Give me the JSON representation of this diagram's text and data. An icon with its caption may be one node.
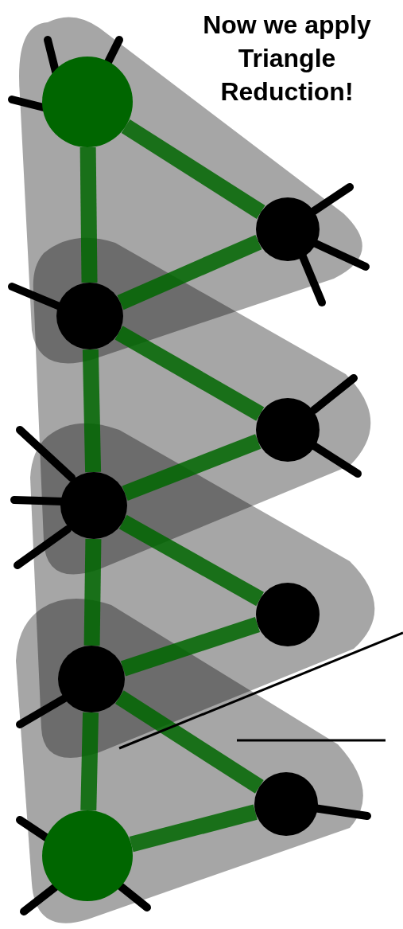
{
  "diagram": {
    "title": "Now we apply Triangle Reduction!",
    "nodes": [
      {
        "text": [],
        "shape": "circle"
      },
      {
        "text": [],
        "shape": "circle"
      },
      {
        "text": [],
        "shape": "circle"
      },
      {
        "text": [],
        "shape": "circle"
      },
      {
        "text": [],
        "shape": "circle"
      },
      {
        "text": [],
        "shape": "circle"
      },
      {
        "text": [],
        "shape": "circle"
      },
      {
        "text": [],
        "shape": "circle"
      },
      {
        "text": [],
        "shape": "circle"
      }
    ],
    "edges": [
      {
        "from": 0,
        "to": 1,
        "arrow": "none"
      },
      {
        "from": 0,
        "to": 2,
        "arrow": "none"
      },
      {
        "from": 1,
        "to": 2,
        "arrow": "none"
      },
      {
        "from": 2,
        "to": 3,
        "arrow": "none"
      },
      {
        "from": 2,
        "to": 4,
        "arrow": "none"
      },
      {
        "from": 3,
        "to": 4,
        "arrow": "none"
      },
      {
        "from": 4,
        "to": 5,
        "arrow": "none"
      },
      {
        "from": 4,
        "to": 6,
        "arrow": "none"
      },
      {
        "from": 5,
        "to": 6,
        "arrow": "none"
      },
      {
        "from": 6,
        "to": 7,
        "arrow": "none"
      },
      {
        "from": 6,
        "to": 8,
        "arrow": "none"
      },
      {
        "from": 7,
        "to": 8,
        "arrow": "none"
      }
    ]
  }
}
